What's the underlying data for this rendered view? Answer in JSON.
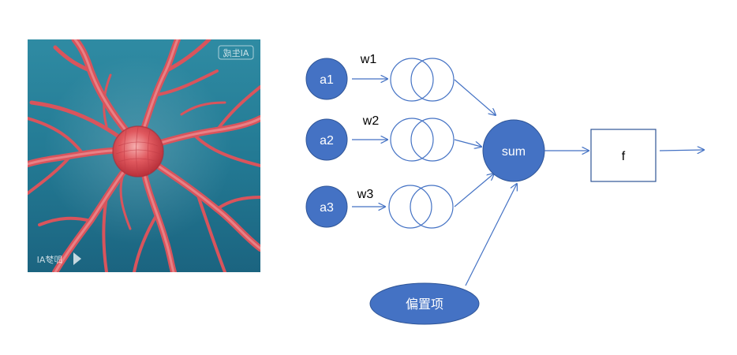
{
  "image": {
    "subject": "neuron-illustration",
    "colors": {
      "background_top": "#2a7f96",
      "background_bottom": "#1a5f78",
      "neuron": "#d94b55",
      "neuron_light": "#f0a0a4"
    },
    "watermarks": {
      "top_right": "AI生成",
      "bottom_left": "即梦AI"
    }
  },
  "diagram": {
    "colors": {
      "node_fill": "#4472c4",
      "node_stroke": "#2f5597",
      "line": "#4472c4",
      "text_dark": "#000000",
      "text_light": "#ffffff"
    },
    "inputs": [
      {
        "label": "a1",
        "weight": "w1"
      },
      {
        "label": "a2",
        "weight": "w2"
      },
      {
        "label": "a3",
        "weight": "w3"
      }
    ],
    "sum_label": "sum",
    "bias_label": "偏置项",
    "function_label": "f"
  }
}
